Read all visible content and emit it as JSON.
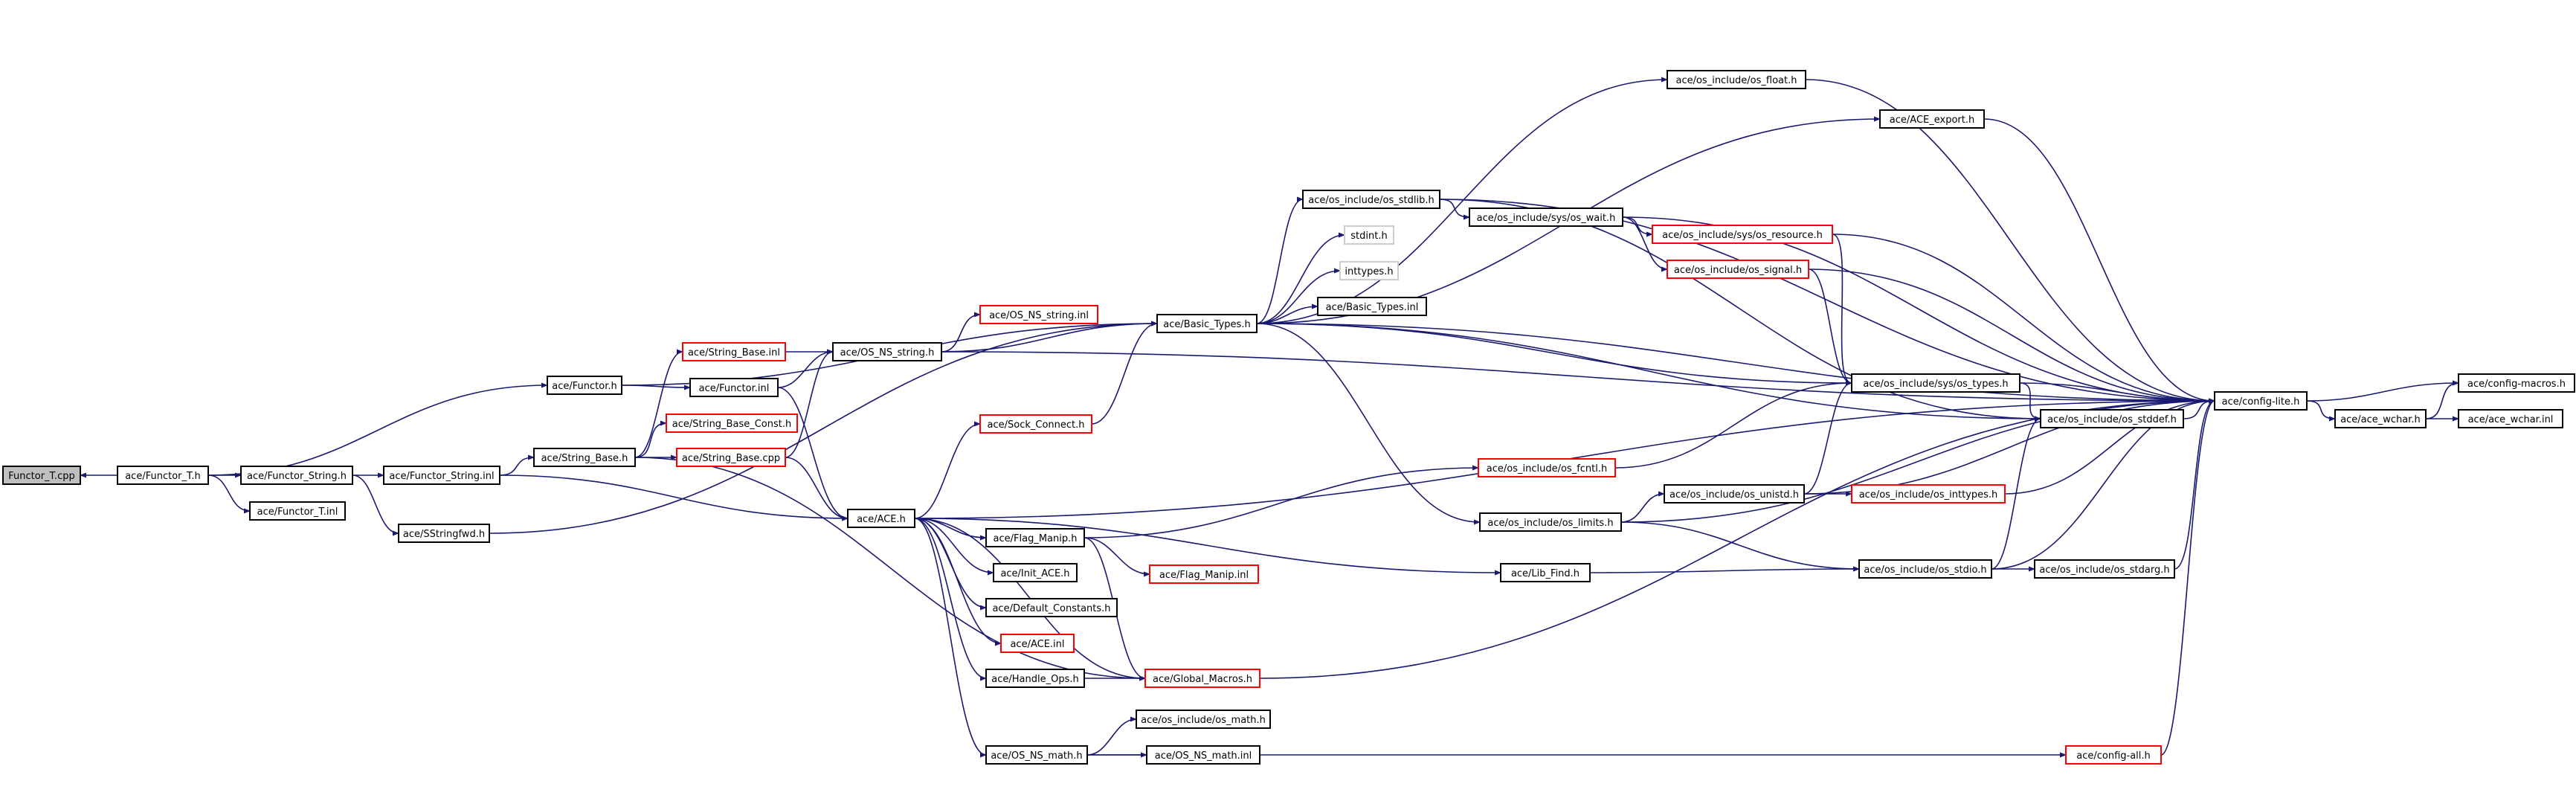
{
  "colors": {
    "edge": "#191970",
    "root_fill": "#bfbfbf",
    "root_border": "#000000",
    "normal_border": "#000000",
    "missing_border": "#ff0000",
    "node_fill": "#ffffff"
  },
  "nodes": [
    {
      "id": "functor_t_cpp",
      "label": "Functor_T.cpp",
      "kind": "root"
    },
    {
      "id": "functor_t_h",
      "label": "ace/Functor_T.h",
      "kind": "normal"
    },
    {
      "id": "functor_string_h",
      "label": "ace/Functor_String.h",
      "kind": "normal"
    },
    {
      "id": "functor_t_inl",
      "label": "ace/Functor_T.inl",
      "kind": "normal"
    },
    {
      "id": "functor_string_inl",
      "label": "ace/Functor_String.inl",
      "kind": "normal"
    },
    {
      "id": "sstringfwd_h",
      "label": "ace/SStringfwd.h",
      "kind": "normal"
    },
    {
      "id": "functor_h",
      "label": "ace/Functor.h",
      "kind": "normal"
    },
    {
      "id": "string_base_h",
      "label": "ace/String_Base.h",
      "kind": "normal"
    },
    {
      "id": "string_base_inl",
      "label": "ace/String_Base.inl",
      "kind": "missing"
    },
    {
      "id": "functor_inl",
      "label": "ace/Functor.inl",
      "kind": "normal"
    },
    {
      "id": "string_base_const_h",
      "label": "ace/String_Base_Const.h",
      "kind": "missing"
    },
    {
      "id": "string_base_cpp",
      "label": "ace/String_Base.cpp",
      "kind": "missing"
    },
    {
      "id": "os_ns_string_h",
      "label": "ace/OS_NS_string.h",
      "kind": "normal"
    },
    {
      "id": "os_ns_string_inl",
      "label": "ace/OS_NS_string.inl",
      "kind": "missing"
    },
    {
      "id": "basic_types_h",
      "label": "ace/Basic_Types.h",
      "kind": "normal"
    },
    {
      "id": "sock_connect_h",
      "label": "ace/Sock_Connect.h",
      "kind": "missing"
    },
    {
      "id": "ace_h",
      "label": "ace/ACE.h",
      "kind": "normal"
    },
    {
      "id": "flag_manip_h",
      "label": "ace/Flag_Manip.h",
      "kind": "normal"
    },
    {
      "id": "init_ace_h",
      "label": "ace/Init_ACE.h",
      "kind": "normal"
    },
    {
      "id": "default_constants_h",
      "label": "ace/Default_Constants.h",
      "kind": "normal"
    },
    {
      "id": "ace_inl",
      "label": "ace/ACE.inl",
      "kind": "missing"
    },
    {
      "id": "handle_ops_h",
      "label": "ace/Handle_Ops.h",
      "kind": "normal"
    },
    {
      "id": "os_ns_math_h",
      "label": "ace/OS_NS_math.h",
      "kind": "normal"
    },
    {
      "id": "flag_manip_inl",
      "label": "ace/Flag_Manip.inl",
      "kind": "missing"
    },
    {
      "id": "global_macros_h",
      "label": "ace/Global_Macros.h",
      "kind": "missing"
    },
    {
      "id": "os_math_h",
      "label": "ace/os_include/os_math.h",
      "kind": "normal"
    },
    {
      "id": "os_ns_math_inl",
      "label": "ace/OS_NS_math.inl",
      "kind": "normal"
    },
    {
      "id": "os_float_h",
      "label": "ace/os_include/os_float.h",
      "kind": "normal"
    },
    {
      "id": "ace_export_h",
      "label": "ace/ACE_export.h",
      "kind": "normal"
    },
    {
      "id": "os_stdlib_h",
      "label": "ace/os_include/os_stdlib.h",
      "kind": "normal"
    },
    {
      "id": "stdint_h",
      "label": "stdint.h",
      "kind": "system"
    },
    {
      "id": "inttypes_h",
      "label": "inttypes.h",
      "kind": "system"
    },
    {
      "id": "basic_types_inl",
      "label": "ace/Basic_Types.inl",
      "kind": "normal"
    },
    {
      "id": "os_wait_h",
      "label": "ace/os_include/sys/os_wait.h",
      "kind": "normal"
    },
    {
      "id": "os_resource_h",
      "label": "ace/os_include/sys/os_resource.h",
      "kind": "missing"
    },
    {
      "id": "os_signal_h",
      "label": "ace/os_include/os_signal.h",
      "kind": "missing"
    },
    {
      "id": "os_fcntl_h",
      "label": "ace/os_include/os_fcntl.h",
      "kind": "missing"
    },
    {
      "id": "os_limits_h",
      "label": "ace/os_include/os_limits.h",
      "kind": "normal"
    },
    {
      "id": "lib_find_h",
      "label": "ace/Lib_Find.h",
      "kind": "normal"
    },
    {
      "id": "os_unistd_h",
      "label": "ace/os_include/os_unistd.h",
      "kind": "normal"
    },
    {
      "id": "os_inttypes_h",
      "label": "ace/os_include/os_inttypes.h",
      "kind": "missing"
    },
    {
      "id": "os_types_h",
      "label": "ace/os_include/sys/os_types.h",
      "kind": "normal"
    },
    {
      "id": "os_stddef_h",
      "label": "ace/os_include/os_stddef.h",
      "kind": "normal"
    },
    {
      "id": "os_stdio_h",
      "label": "ace/os_include/os_stdio.h",
      "kind": "normal"
    },
    {
      "id": "os_stdarg_h",
      "label": "ace/os_include/os_stdarg.h",
      "kind": "normal"
    },
    {
      "id": "config_all_h",
      "label": "ace/config-all.h",
      "kind": "missing"
    },
    {
      "id": "config_lite_h",
      "label": "ace/config-lite.h",
      "kind": "normal"
    },
    {
      "id": "ace_wchar_h",
      "label": "ace/ace_wchar.h",
      "kind": "normal"
    },
    {
      "id": "config_macros_h",
      "label": "ace/config-macros.h",
      "kind": "normal"
    },
    {
      "id": "ace_wchar_inl",
      "label": "ace/ace_wchar.inl",
      "kind": "normal"
    }
  ],
  "edges": [
    [
      "functor_t_h",
      "functor_t_cpp"
    ],
    [
      "functor_t_h",
      "functor_h"
    ],
    [
      "functor_t_h",
      "functor_string_h"
    ],
    [
      "functor_t_h",
      "functor_t_inl"
    ],
    [
      "functor_string_h",
      "functor_string_inl"
    ],
    [
      "functor_string_h",
      "sstringfwd_h"
    ],
    [
      "functor_string_inl",
      "string_base_h"
    ],
    [
      "functor_string_inl",
      "ace_h"
    ],
    [
      "sstringfwd_h",
      "basic_types_h"
    ],
    [
      "functor_h",
      "basic_types_h"
    ],
    [
      "functor_h",
      "functor_inl"
    ],
    [
      "functor_inl",
      "os_ns_string_h"
    ],
    [
      "functor_inl",
      "ace_h"
    ],
    [
      "string_base_h",
      "string_base_inl"
    ],
    [
      "string_base_h",
      "string_base_const_h"
    ],
    [
      "string_base_h",
      "string_base_cpp"
    ],
    [
      "string_base_h",
      "global_macros_h"
    ],
    [
      "string_base_inl",
      "os_ns_string_h"
    ],
    [
      "string_base_cpp",
      "os_ns_string_h"
    ],
    [
      "string_base_cpp",
      "ace_h"
    ],
    [
      "os_ns_string_h",
      "os_ns_string_inl"
    ],
    [
      "os_ns_string_h",
      "basic_types_h"
    ],
    [
      "os_ns_string_h",
      "config_lite_h"
    ],
    [
      "ace_h",
      "sock_connect_h"
    ],
    [
      "sock_connect_h",
      "basic_types_h"
    ],
    [
      "ace_h",
      "flag_manip_h"
    ],
    [
      "ace_h",
      "init_ace_h"
    ],
    [
      "ace_h",
      "default_constants_h"
    ],
    [
      "ace_h",
      "ace_inl"
    ],
    [
      "ace_h",
      "handle_ops_h"
    ],
    [
      "ace_h",
      "os_ns_math_h"
    ],
    [
      "ace_h",
      "global_macros_h"
    ],
    [
      "ace_h",
      "lib_find_h"
    ],
    [
      "ace_h",
      "config_lite_h"
    ],
    [
      "flag_manip_h",
      "flag_manip_inl"
    ],
    [
      "flag_manip_h",
      "global_macros_h"
    ],
    [
      "flag_manip_h",
      "os_fcntl_h"
    ],
    [
      "handle_ops_h",
      "global_macros_h"
    ],
    [
      "global_macros_h",
      "config_lite_h"
    ],
    [
      "os_ns_math_h",
      "os_math_h"
    ],
    [
      "os_ns_math_h",
      "os_ns_math_inl"
    ],
    [
      "os_ns_math_h",
      "config_all_h"
    ],
    [
      "basic_types_h",
      "os_float_h"
    ],
    [
      "basic_types_h",
      "ace_export_h"
    ],
    [
      "basic_types_h",
      "config_lite_h"
    ],
    [
      "basic_types_h",
      "os_stdlib_h"
    ],
    [
      "basic_types_h",
      "stdint_h"
    ],
    [
      "basic_types_h",
      "inttypes_h"
    ],
    [
      "basic_types_h",
      "basic_types_inl"
    ],
    [
      "basic_types_h",
      "os_types_h"
    ],
    [
      "basic_types_h",
      "os_stddef_h"
    ],
    [
      "basic_types_h",
      "os_limits_h"
    ],
    [
      "os_float_h",
      "config_lite_h"
    ],
    [
      "ace_export_h",
      "config_lite_h"
    ],
    [
      "os_stdlib_h",
      "os_wait_h"
    ],
    [
      "os_stdlib_h",
      "os_stddef_h"
    ],
    [
      "os_stdlib_h",
      "config_lite_h"
    ],
    [
      "os_wait_h",
      "os_resource_h"
    ],
    [
      "os_wait_h",
      "os_signal_h"
    ],
    [
      "os_wait_h",
      "config_lite_h"
    ],
    [
      "os_resource_h",
      "os_types_h"
    ],
    [
      "os_resource_h",
      "config_lite_h"
    ],
    [
      "os_signal_h",
      "os_types_h"
    ],
    [
      "os_signal_h",
      "config_lite_h"
    ],
    [
      "os_fcntl_h",
      "os_types_h"
    ],
    [
      "os_limits_h",
      "os_unistd_h"
    ],
    [
      "os_limits_h",
      "os_stdio_h"
    ],
    [
      "os_limits_h",
      "config_lite_h"
    ],
    [
      "os_unistd_h",
      "os_types_h"
    ],
    [
      "os_unistd_h",
      "os_inttypes_h"
    ],
    [
      "os_unistd_h",
      "config_lite_h"
    ],
    [
      "os_inttypes_h",
      "config_lite_h"
    ],
    [
      "lib_find_h",
      "os_stdio_h"
    ],
    [
      "os_stdio_h",
      "os_stddef_h"
    ],
    [
      "os_stdio_h",
      "os_stdarg_h"
    ],
    [
      "os_stdio_h",
      "config_lite_h"
    ],
    [
      "os_stdarg_h",
      "config_lite_h"
    ],
    [
      "os_types_h",
      "os_stddef_h"
    ],
    [
      "os_types_h",
      "config_lite_h"
    ],
    [
      "os_stddef_h",
      "config_lite_h"
    ],
    [
      "config_all_h",
      "config_lite_h"
    ],
    [
      "config_lite_h",
      "config_macros_h"
    ],
    [
      "config_lite_h",
      "ace_wchar_h"
    ],
    [
      "ace_wchar_h",
      "config_macros_h"
    ],
    [
      "ace_wchar_h",
      "ace_wchar_inl"
    ]
  ]
}
